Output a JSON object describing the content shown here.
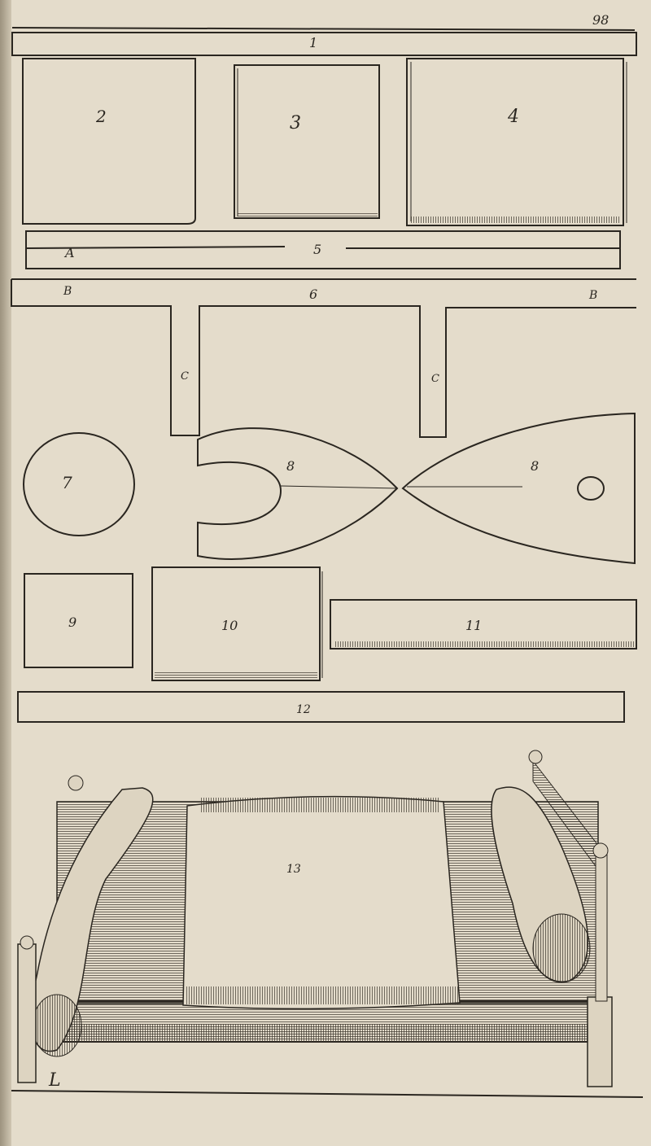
{
  "page_number": "98",
  "figure_labels": {
    "f1": "1",
    "f2": "2",
    "f3": "3",
    "f4": "4",
    "a": "A",
    "f5": "5",
    "b_left": "B",
    "f6": "6",
    "b_right": "B",
    "c_left": "C",
    "c_right": "C",
    "f7": "7",
    "f8_left": "8",
    "f8_right": "8",
    "f9": "9",
    "f10": "10",
    "f11": "11",
    "f12": "12",
    "f13": "13",
    "signature": "L"
  },
  "colors": {
    "paper": "#e4dccb",
    "ink": "#2a2620"
  }
}
